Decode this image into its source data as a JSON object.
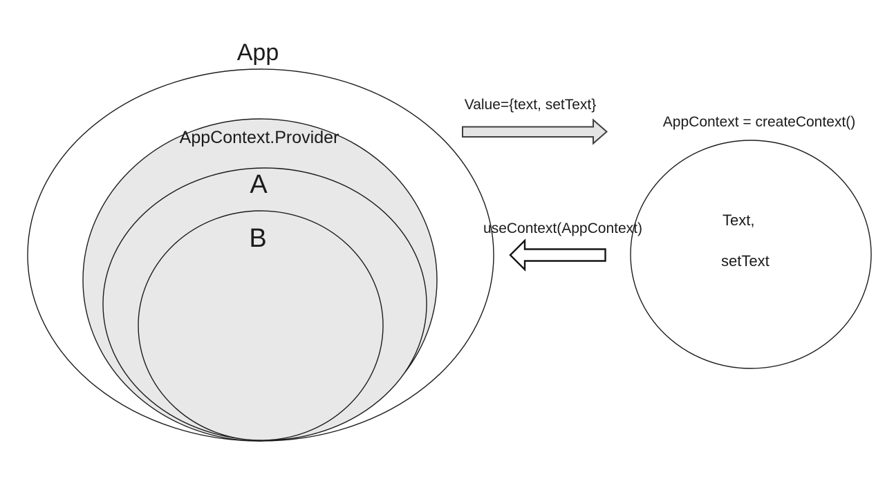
{
  "left_diagram": {
    "app_label": "App",
    "provider_label": "AppContext.Provider",
    "component_a_label": "A",
    "component_b_label": "B"
  },
  "flow": {
    "provide_label": "Value={text, setText}",
    "consume_label": "useContext(AppContext)"
  },
  "right_diagram": {
    "create_label": "AppContext  =  createContext()",
    "value_line1": "Text,",
    "value_line2": "setText"
  },
  "colors": {
    "background": "#ffffff",
    "shape_fill": "#e8e8e8",
    "shape_stroke": "#1c1c1c",
    "app_fill": "#ffffff",
    "context_circle_fill": "#ffffff",
    "provide_arrow_fill": "#e4e4e4",
    "provide_arrow_stroke": "#3f3f3f",
    "consume_arrow_fill": "#ffffff",
    "consume_arrow_stroke": "#141414",
    "text": "#1b1b1b"
  }
}
